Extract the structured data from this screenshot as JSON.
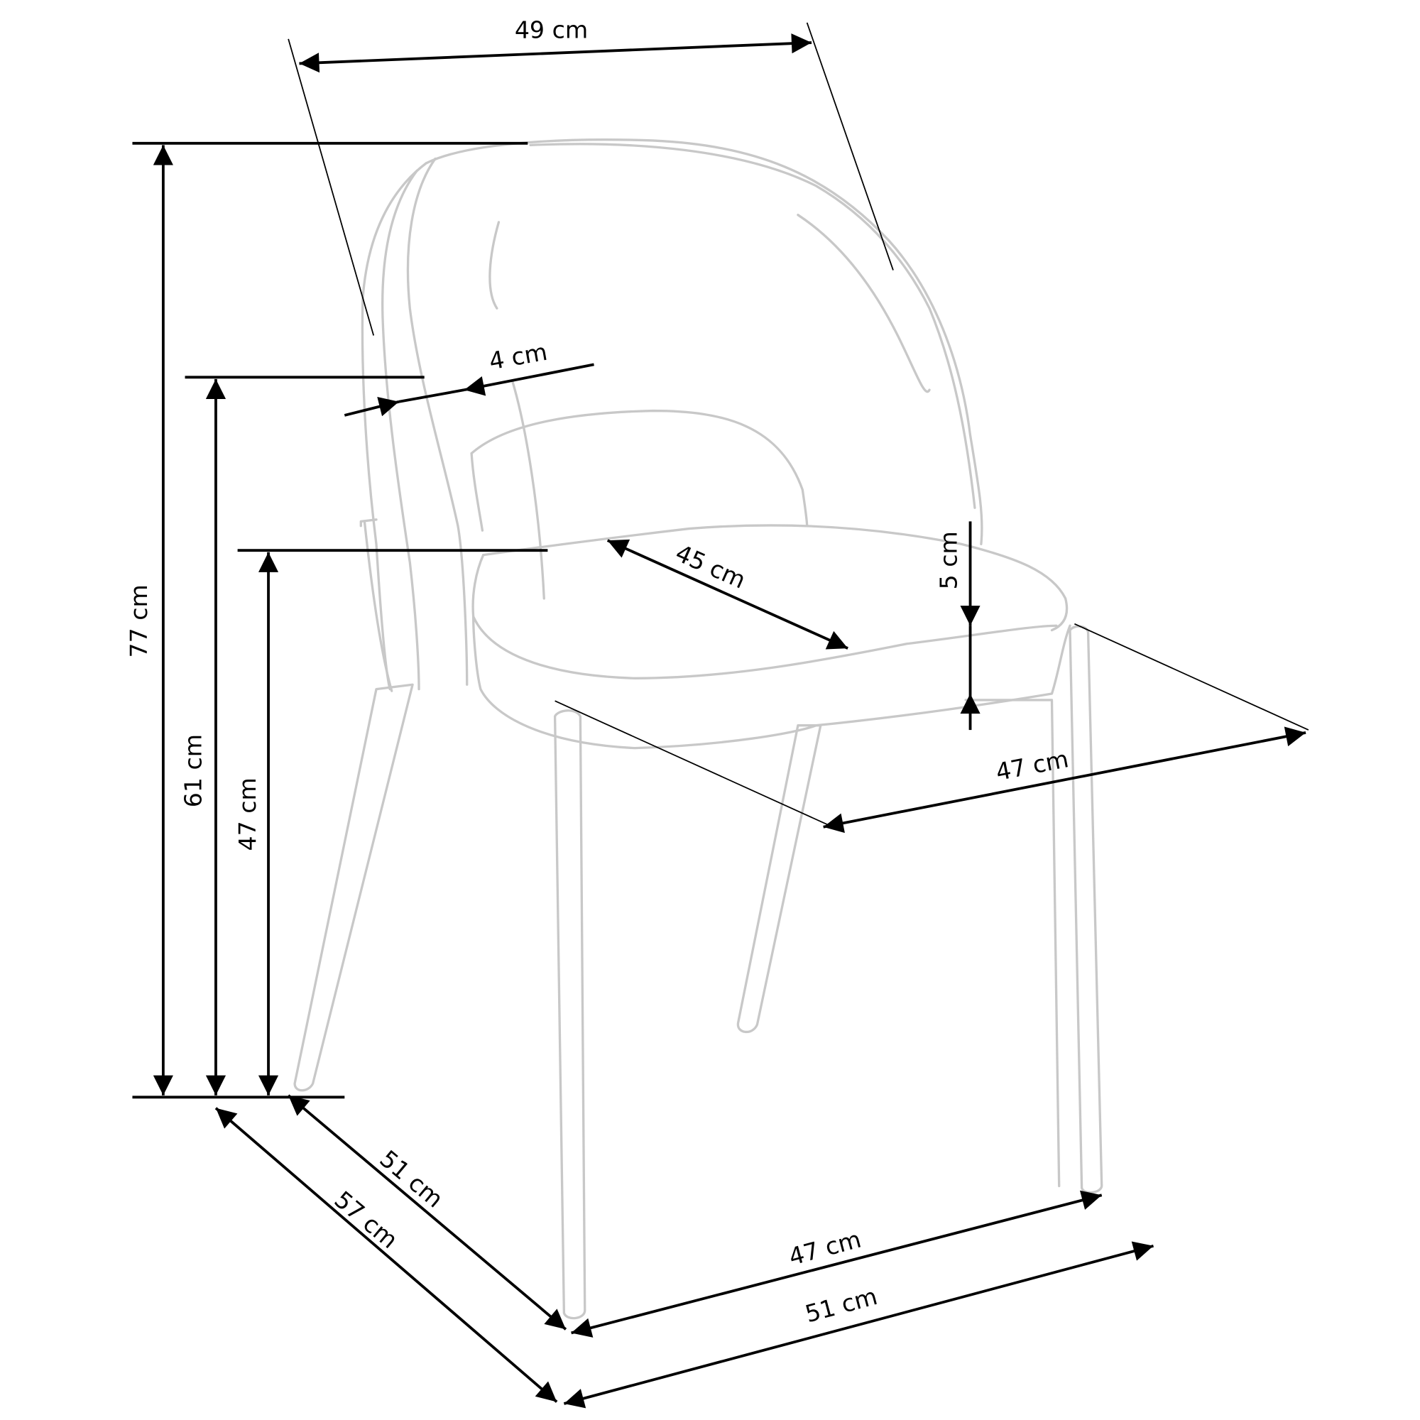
{
  "diagram": {
    "subject": "Upholstered dining chair with four legs — dimension drawing",
    "unit": "cm",
    "colors": {
      "outline": "#c8c8c8",
      "dimension": "#000000",
      "background": "#ffffff"
    },
    "dimensions": {
      "backrest_width": {
        "label": "49 cm",
        "value": 49
      },
      "total_height": {
        "label": "77 cm",
        "value": 77
      },
      "backrest_top_to_floor_inner": {
        "label": "61 cm",
        "value": 61
      },
      "seat_height": {
        "label": "47 cm",
        "value": 47
      },
      "backrest_thickness": {
        "label": "4 cm",
        "value": 4
      },
      "seat_depth": {
        "label": "45 cm",
        "value": 45
      },
      "seat_cushion_thickness": {
        "label": "5 cm",
        "value": 5
      },
      "seat_width": {
        "label": "47 cm",
        "value": 47
      },
      "leg_depth_span": {
        "label": "51 cm",
        "value": 51
      },
      "total_depth": {
        "label": "57 cm",
        "value": 57
      },
      "leg_width_span": {
        "label": "47 cm",
        "value": 47
      },
      "total_width": {
        "label": "51 cm",
        "value": 51
      }
    }
  }
}
